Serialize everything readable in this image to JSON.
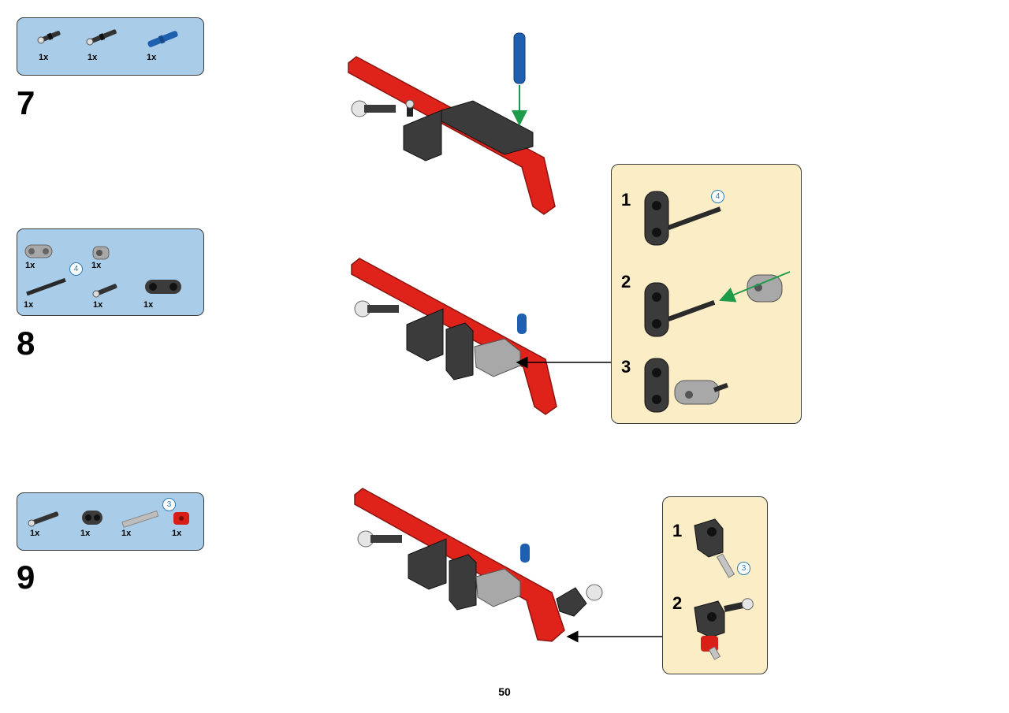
{
  "page_number": "50",
  "steps": [
    {
      "number": "7",
      "parts": [
        {
          "qty": "1x",
          "name": "black-pin-with-friction"
        },
        {
          "qty": "1x",
          "name": "black-long-pin"
        },
        {
          "qty": "1x",
          "name": "blue-long-axle-pin"
        }
      ]
    },
    {
      "number": "8",
      "parts": [
        {
          "qty": "1x",
          "name": "gray-double-connector"
        },
        {
          "qty": "1x",
          "name": "gray-pin-connector"
        },
        {
          "qty": "1x",
          "name": "black-axle",
          "length": "4"
        },
        {
          "qty": "1x",
          "name": "black-pin"
        },
        {
          "qty": "1x",
          "name": "black-double-beam"
        }
      ],
      "callout": {
        "substeps": [
          {
            "number": "1",
            "axle_length": "4"
          },
          {
            "number": "2"
          },
          {
            "number": "3"
          }
        ]
      }
    },
    {
      "number": "9",
      "parts": [
        {
          "qty": "1x",
          "name": "black-pin"
        },
        {
          "qty": "1x",
          "name": "black-double-connector"
        },
        {
          "qty": "1x",
          "name": "gray-axle",
          "length": "3"
        },
        {
          "qty": "1x",
          "name": "red-bush"
        }
      ],
      "callout": {
        "substeps": [
          {
            "number": "1",
            "axle_length": "3"
          },
          {
            "number": "2"
          }
        ]
      }
    }
  ],
  "colors": {
    "parts_box": "#a9cde9",
    "callout_box": "#fbedc6",
    "beam_red": "#e0231a",
    "part_black": "#3b3b3b",
    "part_gray": "#a8a8a8",
    "part_blue": "#1f5fb0",
    "arrow_green": "#1d9a4a"
  }
}
